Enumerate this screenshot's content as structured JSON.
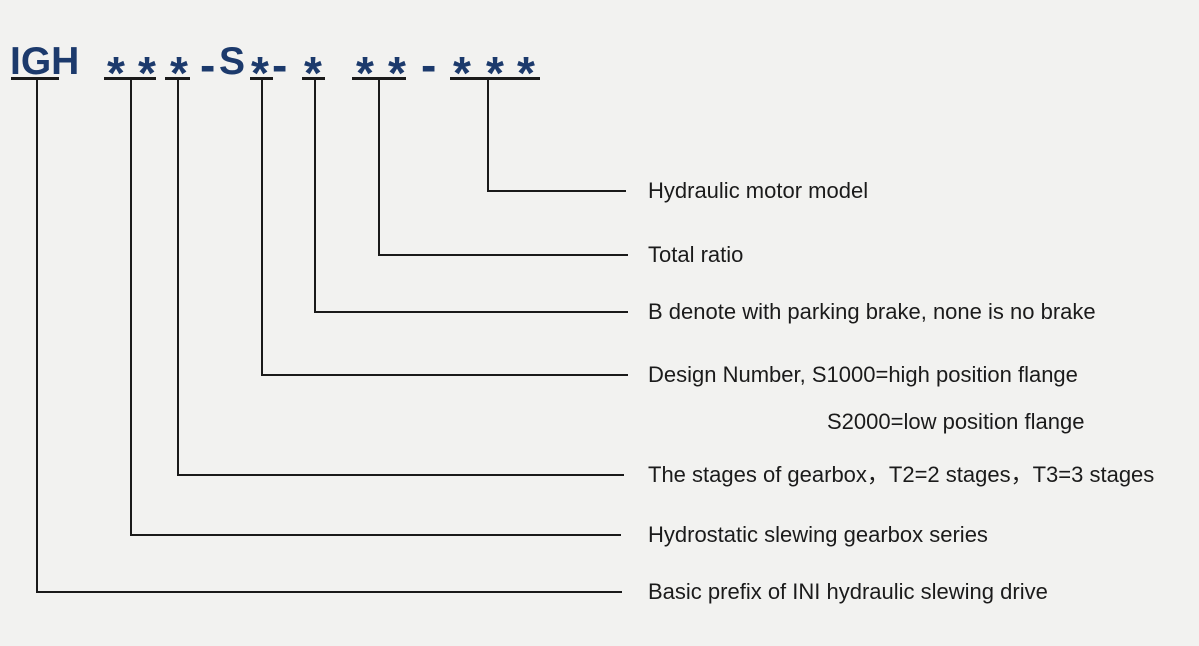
{
  "colors": {
    "background": "#f2f2f0",
    "code_navy": "#1c3a6c",
    "line_black": "#1a1a1a",
    "label_text": "#1b1b1b"
  },
  "code": {
    "prefix": "IGH",
    "asterisk": "*",
    "dash": "-",
    "design_letter": "S"
  },
  "labels": {
    "hydraulic_motor_model": "Hydraulic motor model",
    "total_ratio": "Total ratio",
    "parking_brake": "B denote with parking brake, none is no brake",
    "design_number_line1": "Design Number, S1000=high position flange",
    "design_number_line2": "S2000=low position flange",
    "gearbox_stages": "The stages of gearbox，T2=2 stages，T3=3 stages",
    "gearbox_series": "Hydrostatic slewing gearbox series",
    "basic_prefix": "Basic prefix of INI hydraulic slewing drive"
  }
}
